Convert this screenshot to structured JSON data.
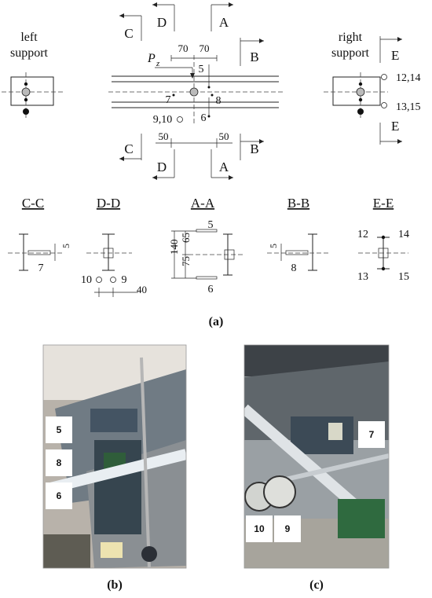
{
  "top": {
    "left_support": [
      "left",
      "support"
    ],
    "right_support": [
      "right",
      "support"
    ],
    "section_letters": {
      "c": "C",
      "d": "D",
      "a": "A",
      "b": "B",
      "e": "E"
    },
    "load_label": "P",
    "load_sub": "z",
    "dim_70a": "70",
    "dim_70b": "70",
    "dim_50a": "50",
    "dim_50b": "50",
    "g5": "5",
    "g6": "6",
    "g7": "7",
    "g8": "8",
    "g910": "9,10",
    "g1214": "12,14",
    "g1315": "13,15"
  },
  "sections": {
    "cc": {
      "title": "C-C",
      "a": "5",
      "b": "7"
    },
    "dd": {
      "title": "D-D",
      "a": "10",
      "b": "9",
      "dim": "40"
    },
    "aa": {
      "title": "A-A",
      "top": "5",
      "bottom": "6",
      "d140": "140",
      "d65": "65",
      "d75": "75"
    },
    "bb": {
      "title": "B-B",
      "a": "5",
      "b": "8"
    },
    "ee": {
      "title": "E-E",
      "tl": "12",
      "tr": "14",
      "bl": "13",
      "br": "15"
    }
  },
  "captions": {
    "a": "(a)",
    "b": "(b)",
    "c": "(c)"
  },
  "photo_b_tags": [
    "5",
    "8",
    "6"
  ],
  "photo_c_tags": [
    "7",
    "10",
    "9"
  ]
}
